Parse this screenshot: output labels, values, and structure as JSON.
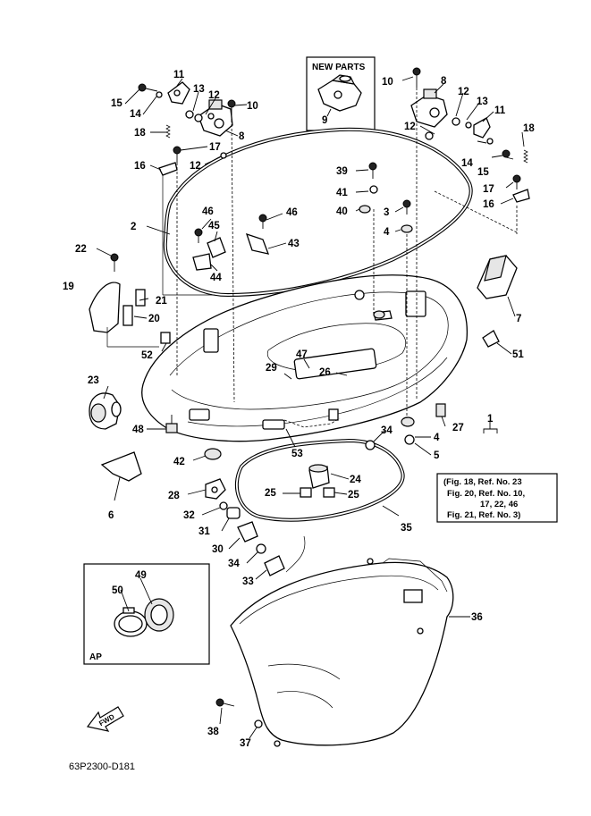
{
  "new_parts_label": "NEW PARTS",
  "ap_label": "AP",
  "fwd_label": "FWD",
  "diagram_code": "63P2300-D181",
  "notes": [
    "(Fig. 18, Ref. No. 23",
    "Fig. 20, Ref. No. 10,",
    "17, 22, 46",
    "Fig. 21, Ref. No. 3)"
  ],
  "callouts": {
    "c1": "1",
    "c2": "2",
    "c3": "3",
    "c4a": "4",
    "c4b": "4",
    "c5": "5",
    "c6": "6",
    "c7": "7",
    "c8a": "8",
    "c8b": "8",
    "c9": "9",
    "c10a": "10",
    "c10b": "10",
    "c11a": "11",
    "c11b": "11",
    "c12a": "12",
    "c12b": "12",
    "c12c": "12",
    "c12d": "12",
    "c13a": "13",
    "c13b": "13",
    "c14a": "14",
    "c14b": "14",
    "c15a": "15",
    "c15b": "15",
    "c16a": "16",
    "c16b": "16",
    "c17a": "17",
    "c17b": "17",
    "c18a": "18",
    "c18b": "18",
    "c19": "19",
    "c20": "20",
    "c21": "21",
    "c22": "22",
    "c23": "23",
    "c24": "24",
    "c25a": "25",
    "c25b": "25",
    "c26": "26",
    "c27": "27",
    "c28": "28",
    "c29": "29",
    "c30": "30",
    "c31": "31",
    "c32": "32",
    "c33": "33",
    "c34a": "34",
    "c34b": "34",
    "c35": "35",
    "c36": "36",
    "c37": "37",
    "c38": "38",
    "c39": "39",
    "c40": "40",
    "c41": "41",
    "c42": "42",
    "c43": "43",
    "c44": "44",
    "c45": "45",
    "c46a": "46",
    "c46b": "46",
    "c47": "47",
    "c48": "48",
    "c49": "49",
    "c50": "50",
    "c51": "51",
    "c52": "52",
    "c53": "53"
  }
}
